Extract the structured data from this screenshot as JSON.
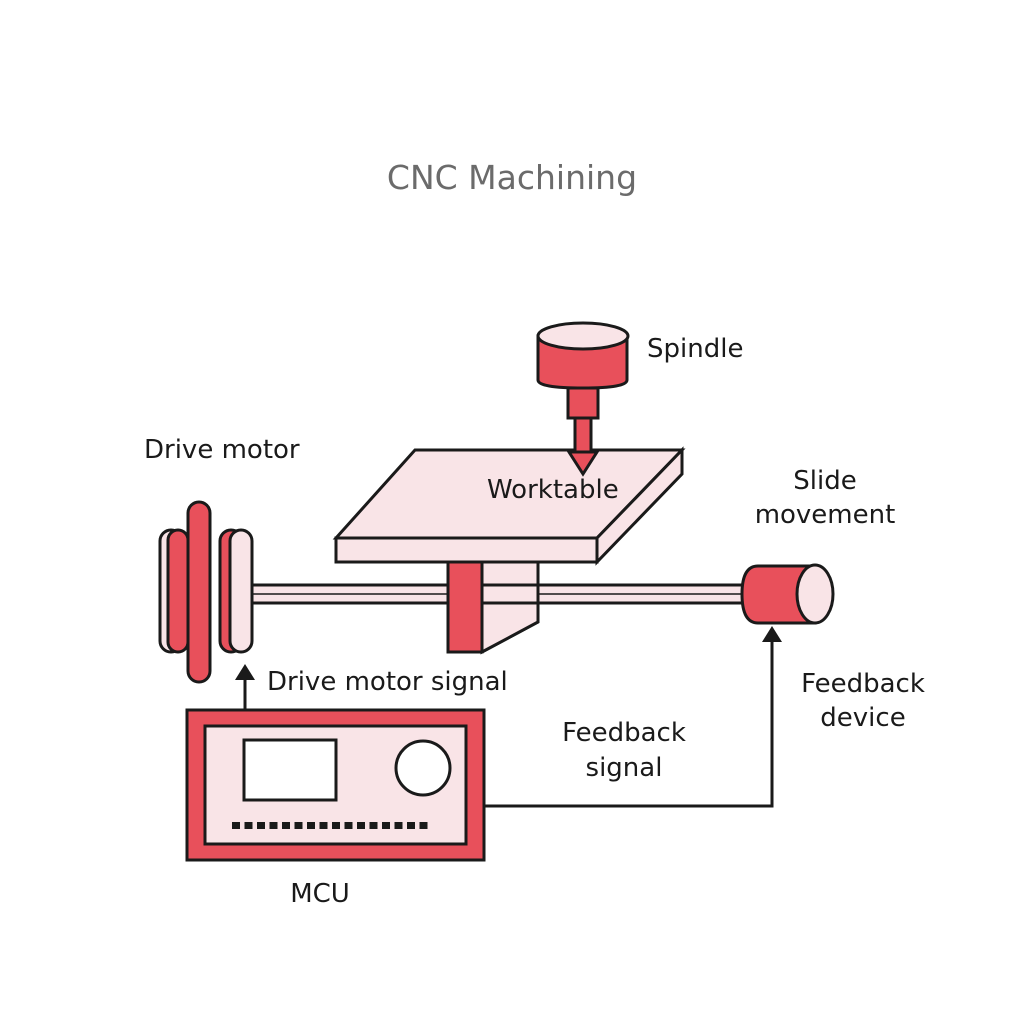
{
  "title": "CNC Machining",
  "labels": {
    "spindle": "Spindle",
    "drive_motor": "Drive motor",
    "worktable": "Worktable",
    "slide_movement_line1": "Slide",
    "slide_movement_line2": "movement",
    "drive_motor_signal": "Drive motor signal",
    "feedback_device_line1": "Feedback",
    "feedback_device_line2": "device",
    "feedback_signal_line1": "Feedback",
    "feedback_signal_line2": "signal",
    "mcu": "MCU"
  },
  "colors": {
    "accent": "#e8505b",
    "light_fill": "#f9e4e7",
    "outline": "#1a1a1a",
    "title": "#6b6b6b"
  }
}
